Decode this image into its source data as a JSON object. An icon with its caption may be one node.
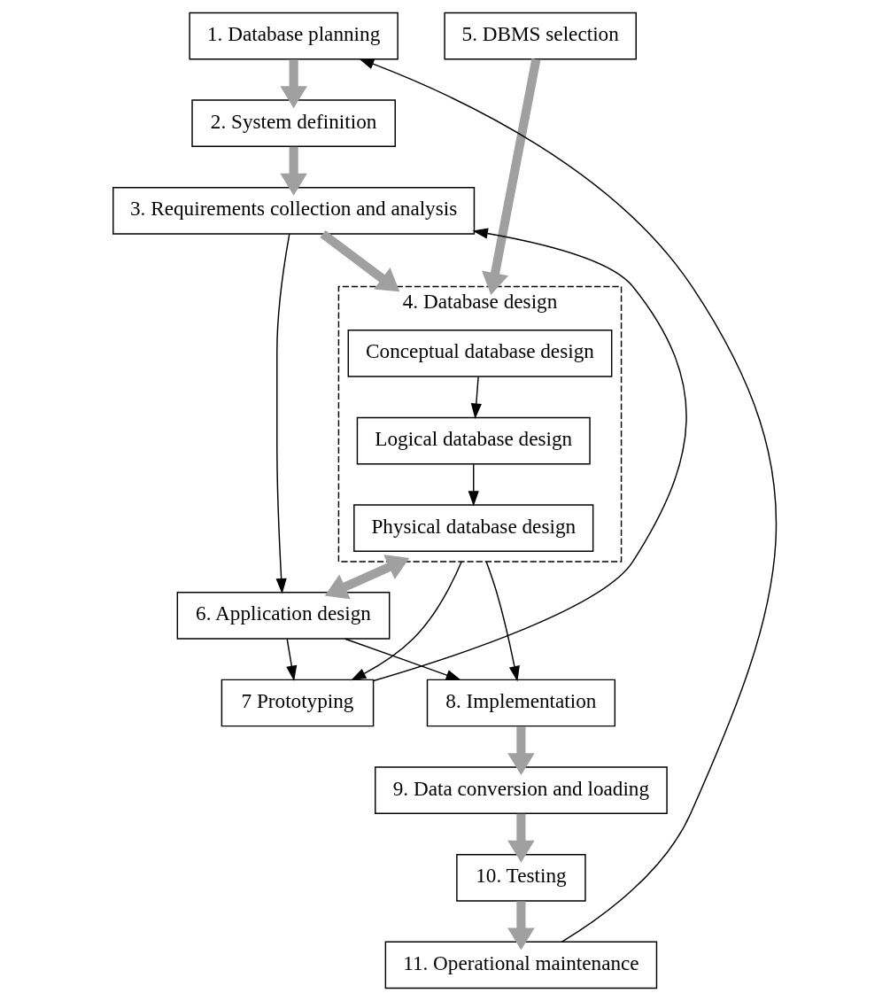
{
  "diagram": {
    "nodes": [
      {
        "text": [
          "1. Database planning"
        ]
      },
      {
        "text": [
          "2. System definition"
        ]
      },
      {
        "text": [
          "3. Requirements collection and analysis"
        ]
      },
      {
        "text": [
          "4. Database design"
        ]
      },
      {
        "text": [
          "Conceptual database design"
        ],
        "in": 3
      },
      {
        "text": [
          "Logical database design"
        ],
        "in": 3
      },
      {
        "text": [
          "Physical database design"
        ],
        "in": 3
      },
      {
        "text": [
          "5. DBMS selection"
        ]
      },
      {
        "text": [
          "6. Application design"
        ]
      },
      {
        "text": [
          "7 Prototyping"
        ]
      },
      {
        "text": [
          "8. Implementation"
        ]
      },
      {
        "text": [
          "9. Data conversion and loading"
        ]
      },
      {
        "text": [
          "10. Testing"
        ]
      },
      {
        "text": [
          "11. Operational maintenance"
        ]
      }
    ],
    "edges": [
      {
        "from": 0,
        "to": 1,
        "arrow": "to",
        "style": "thick",
        "color": "#a0a0a0"
      },
      {
        "from": 1,
        "to": 2,
        "arrow": "to",
        "style": "thick",
        "color": "#a0a0a0"
      },
      {
        "from": 2,
        "to": 3,
        "arrow": "to",
        "style": "thick",
        "color": "#a0a0a0"
      },
      {
        "from": 4,
        "to": 5,
        "arrow": "to"
      },
      {
        "from": 5,
        "to": 6,
        "arrow": "to"
      },
      {
        "from": 7,
        "to": 3,
        "arrow": "to",
        "style": "thick",
        "color": "#a0a0a0"
      },
      {
        "from": 3,
        "to": 8,
        "arrow": "both",
        "style": "thick",
        "color": "#a0a0a0"
      },
      {
        "from": 2,
        "to": 8,
        "arrow": "to"
      },
      {
        "from": 9,
        "to": 2,
        "arrow": "to"
      },
      {
        "from": 3,
        "to": 9,
        "arrow": "to"
      },
      {
        "from": 3,
        "to": 10,
        "arrow": "to"
      },
      {
        "from": 8,
        "to": 9,
        "arrow": "to"
      },
      {
        "from": 8,
        "to": 10,
        "arrow": "to"
      },
      {
        "from": 10,
        "to": 11,
        "arrow": "to",
        "style": "thick",
        "color": "#a0a0a0"
      },
      {
        "from": 11,
        "to": 12,
        "arrow": "to",
        "style": "thick",
        "color": "#a0a0a0"
      },
      {
        "from": 12,
        "to": 13,
        "arrow": "to",
        "style": "thick",
        "color": "#a0a0a0"
      },
      {
        "from": 13,
        "to": 0,
        "arrow": "to"
      }
    ]
  }
}
